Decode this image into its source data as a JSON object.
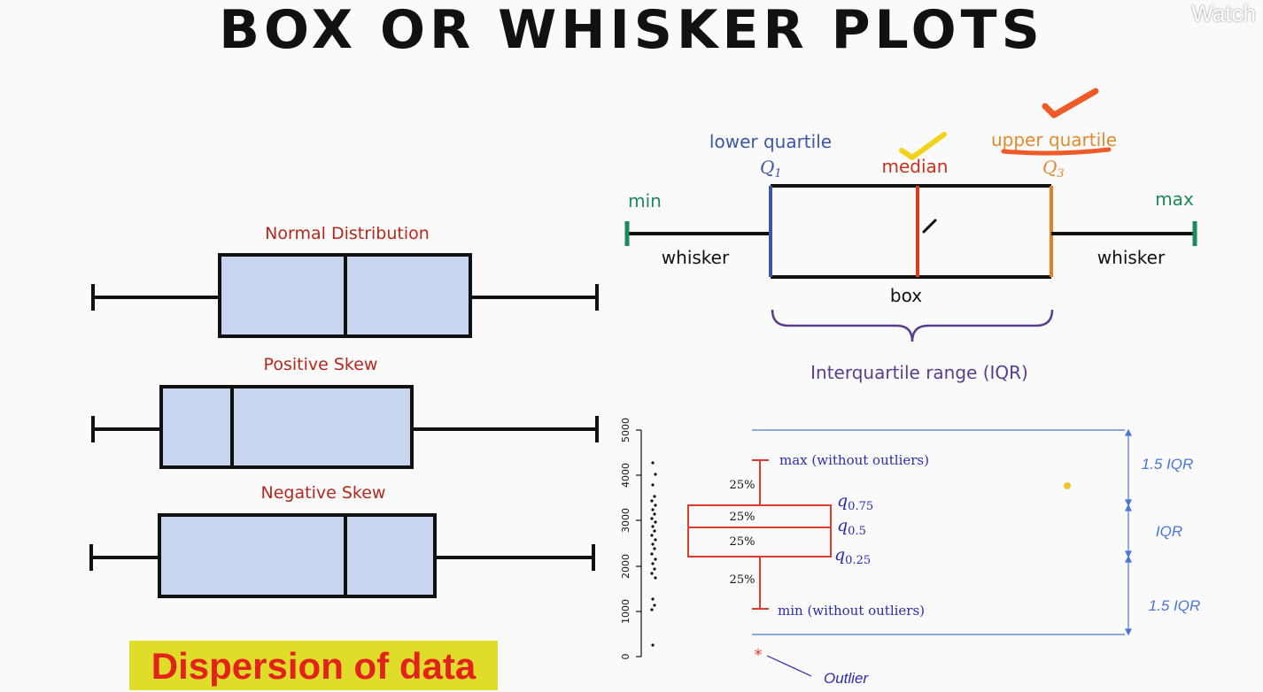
{
  "header": {
    "title": "BOX OR WHISKER PLOTS",
    "watch_label": "Watch"
  },
  "left_panel": {
    "plots": [
      {
        "label": "Normal Distribution"
      },
      {
        "label": "Positive Skew"
      },
      {
        "label": "Negative Skew"
      }
    ]
  },
  "anatomy": {
    "lower_quartile": "lower quartile",
    "q1": "Q",
    "q1_sub": "1",
    "median": "median",
    "upper_quartile": "upper quartile",
    "q3": "Q",
    "q3_sub": "3",
    "min": "min",
    "max": "max",
    "whisker_left": "whisker",
    "whisker_right": "whisker",
    "box": "box",
    "iqr": "Interquartile range (IQR)"
  },
  "bottom_chart": {
    "yaxis_ticks": [
      "0",
      "1000",
      "2000",
      "3000",
      "4000",
      "5000"
    ],
    "max_label": "max (without outliers)",
    "min_label": "min (without outliers)",
    "pct_top": "25%",
    "pct_upper_mid": "25%",
    "pct_lower_mid": "25%",
    "pct_bottom": "25%",
    "q075": "q",
    "q075_sub": "0.75",
    "q05": "q",
    "q05_sub": "0.5",
    "q025": "q",
    "q025_sub": "0.25",
    "iqr_top": "1.5 IQR",
    "iqr_mid": "IQR",
    "iqr_bottom": "1.5 IQR",
    "outlier_mark": "*",
    "outlier_label": "Outlier"
  },
  "footer": {
    "dispersion_label": "Dispersion of data"
  },
  "colors": {
    "box_fill": "#c8d5ef",
    "dark_red": "#b5281c",
    "blue_q1": "#3a57a8",
    "red_median": "#e03a1e",
    "orange_q3": "#e67e22",
    "green": "#1a8a5a",
    "purple": "#5b3d8f",
    "plot_red": "#e03a2a",
    "plot_blue": "#2b2bb0",
    "iqr_blue": "#4a76d8",
    "highlight_yellow": "#e0dd2a"
  }
}
